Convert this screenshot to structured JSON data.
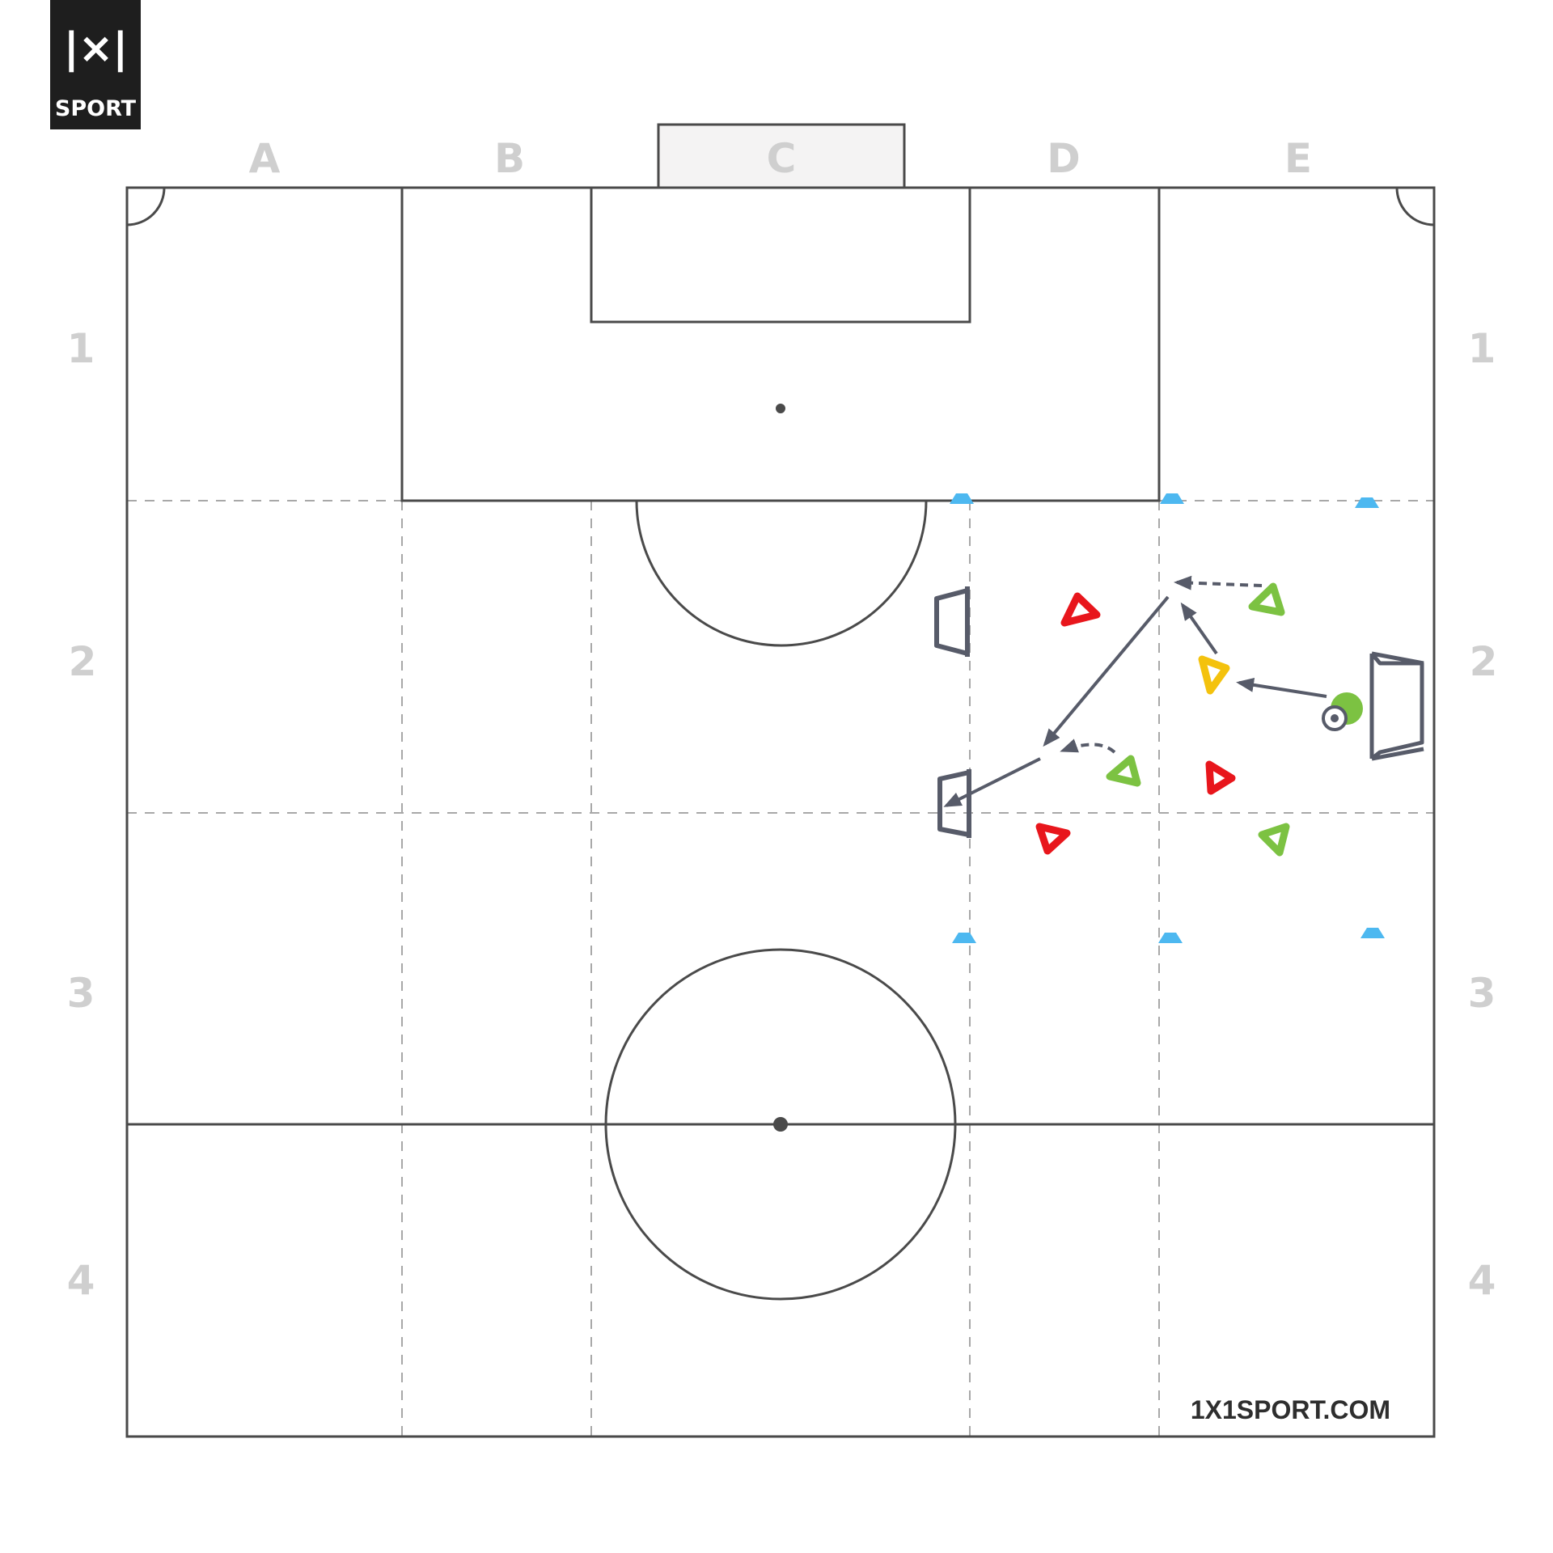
{
  "logo": {
    "mark": "|×|",
    "word": "SPORT"
  },
  "columns": [
    "A",
    "B",
    "C",
    "D",
    "E"
  ],
  "rows": [
    "1",
    "2",
    "3",
    "4"
  ],
  "footer": {
    "site": "1X1SPORT.COM"
  },
  "colors": {
    "line": "#4a4a4a",
    "label": "#cfcfcf",
    "red_player": "#e8161c",
    "green_player": "#7cc242",
    "yellow_player": "#f4c20d",
    "cone": "#4db8f0",
    "goal": "#575b69",
    "arrow": "#575b69"
  },
  "legend_icons": {
    "players": [
      "red-triangle-icon",
      "green-triangle-icon",
      "yellow-triangle-icon"
    ],
    "equipment": [
      "cone-icon",
      "mini-goal-icon",
      "ball-icon"
    ]
  }
}
